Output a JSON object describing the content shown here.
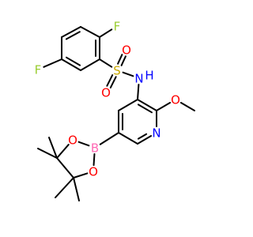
{
  "molecule": {
    "atoms": [
      {
        "id": "c_fring1",
        "label": ""
      },
      {
        "id": "c_fring2",
        "label": ""
      },
      {
        "id": "c_fring3",
        "label": ""
      },
      {
        "id": "c_fring4",
        "label": ""
      },
      {
        "id": "c_fring5",
        "label": ""
      },
      {
        "id": "c_fring6",
        "label": ""
      },
      {
        "id": "f_top",
        "label": "F",
        "color": "#9acd32"
      },
      {
        "id": "f_left",
        "label": "F",
        "color": "#9acd32"
      },
      {
        "id": "s_sulfonyl",
        "label": "S",
        "color": "#c8a800"
      },
      {
        "id": "o_sulf_top",
        "label": "O",
        "color": "#ff0000"
      },
      {
        "id": "o_sulf_bottom",
        "label": "O",
        "color": "#ff0000"
      },
      {
        "id": "n_amide",
        "label": "N",
        "color": "#0000ff"
      },
      {
        "id": "h_amide",
        "label": "H",
        "color": "#0000ff"
      },
      {
        "id": "c_pyr3",
        "label": ""
      },
      {
        "id": "c_pyr2",
        "label": ""
      },
      {
        "id": "n_pyr",
        "label": "N",
        "color": "#0000ff"
      },
      {
        "id": "c_pyr6",
        "label": ""
      },
      {
        "id": "c_pyr5",
        "label": ""
      },
      {
        "id": "c_pyr4",
        "label": ""
      },
      {
        "id": "o_methoxy",
        "label": "O",
        "color": "#ff0000"
      },
      {
        "id": "c_methyl",
        "label": ""
      },
      {
        "id": "b_boron",
        "label": "B",
        "color": "#ff69b4"
      },
      {
        "id": "o_bor_top",
        "label": "O",
        "color": "#ff0000"
      },
      {
        "id": "o_bor_bottom",
        "label": "O",
        "color": "#ff0000"
      },
      {
        "id": "c_pin1",
        "label": ""
      },
      {
        "id": "c_pin2",
        "label": ""
      },
      {
        "id": "c_me1",
        "label": ""
      },
      {
        "id": "c_me2",
        "label": ""
      },
      {
        "id": "c_me3",
        "label": ""
      },
      {
        "id": "c_me4",
        "label": ""
      }
    ],
    "bonds": [
      {
        "from": "c_fring1",
        "to": "c_fring2",
        "order": 1
      },
      {
        "from": "c_fring2",
        "to": "c_fring3",
        "order": 2
      },
      {
        "from": "c_fring3",
        "to": "c_fring4",
        "order": 1
      },
      {
        "from": "c_fring4",
        "to": "c_fring5",
        "order": 2
      },
      {
        "from": "c_fring5",
        "to": "c_fring6",
        "order": 1
      },
      {
        "from": "c_fring6",
        "to": "c_fring1",
        "order": 2
      },
      {
        "from": "c_fring1",
        "to": "f_top",
        "order": 1
      },
      {
        "from": "c_fring4",
        "to": "f_left",
        "order": 1
      },
      {
        "from": "c_fring6",
        "to": "s_sulfonyl",
        "order": 1
      },
      {
        "from": "s_sulfonyl",
        "to": "o_sulf_top",
        "order": 2
      },
      {
        "from": "s_sulfonyl",
        "to": "o_sulf_bottom",
        "order": 2
      },
      {
        "from": "s_sulfonyl",
        "to": "n_amide",
        "order": 1
      },
      {
        "from": "n_amide",
        "to": "c_pyr3",
        "order": 1
      },
      {
        "from": "c_pyr3",
        "to": "c_pyr2",
        "order": 2
      },
      {
        "from": "c_pyr2",
        "to": "n_pyr",
        "order": 1
      },
      {
        "from": "n_pyr",
        "to": "c_pyr6",
        "order": 2
      },
      {
        "from": "c_pyr6",
        "to": "c_pyr5",
        "order": 1
      },
      {
        "from": "c_pyr5",
        "to": "c_pyr4",
        "order": 2
      },
      {
        "from": "c_pyr4",
        "to": "c_pyr3",
        "order": 1
      },
      {
        "from": "c_pyr2",
        "to": "o_methoxy",
        "order": 1
      },
      {
        "from": "o_methoxy",
        "to": "c_methyl",
        "order": 1
      },
      {
        "from": "c_pyr5",
        "to": "b_boron",
        "order": 1
      },
      {
        "from": "b_boron",
        "to": "o_bor_top",
        "order": 1
      },
      {
        "from": "b_boron",
        "to": "o_bor_bottom",
        "order": 1
      },
      {
        "from": "o_bor_top",
        "to": "c_pin1",
        "order": 1
      },
      {
        "from": "o_bor_bottom",
        "to": "c_pin2",
        "order": 1
      },
      {
        "from": "c_pin1",
        "to": "c_pin2",
        "order": 1
      },
      {
        "from": "c_pin1",
        "to": "c_me1",
        "order": 1
      },
      {
        "from": "c_pin1",
        "to": "c_me2",
        "order": 1
      },
      {
        "from": "c_pin2",
        "to": "c_me3",
        "order": 1
      },
      {
        "from": "c_pin2",
        "to": "c_me4",
        "order": 1
      }
    ]
  }
}
